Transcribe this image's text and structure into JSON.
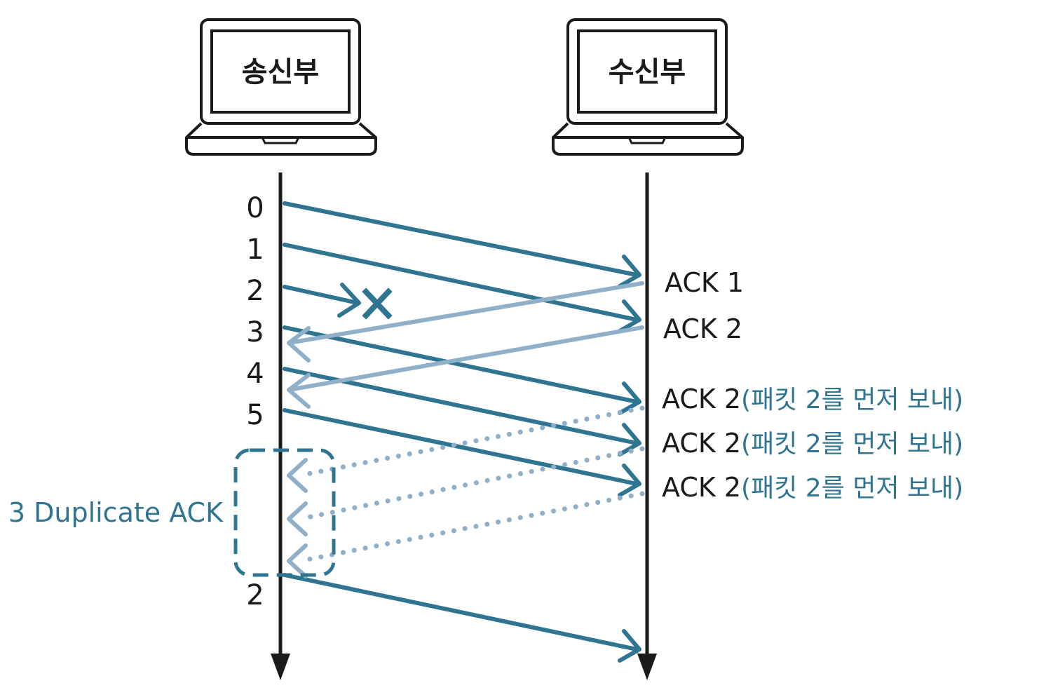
{
  "devices": {
    "sender": {
      "label": "송신부"
    },
    "receiver": {
      "label": "수신부"
    }
  },
  "sequence_numbers": [
    "0",
    "1",
    "2",
    "3",
    "4",
    "5"
  ],
  "retransmit_number": "2",
  "ack_labels": {
    "ack_1": "ACK 1",
    "ack_2": "ACK 2",
    "dup_acks": [
      {
        "ack": "ACK 2",
        "note": "(패킷 2를 먼저 보내)"
      },
      {
        "ack": "ACK 2",
        "note": "(패킷 2를 먼저 보내)"
      },
      {
        "ack": "ACK 2",
        "note": "(패킷 2를 먼저 보내)"
      }
    ]
  },
  "duplicate_ack_label": "3 Duplicate ACK",
  "colors": {
    "line": "#1a1a1a",
    "packet": "#2f7592",
    "ack": "#8fb0c8",
    "highlight": "#2f7592"
  }
}
